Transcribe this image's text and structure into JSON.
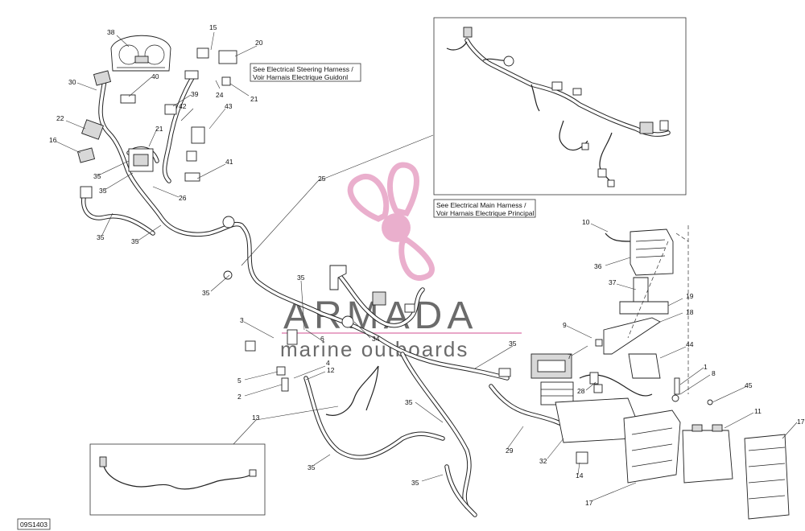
{
  "diagram": {
    "reference_code": "09S1403",
    "watermark": {
      "brand": "ARMADA",
      "tagline": "marine outboards",
      "colors": {
        "pink": "#e8a7c8",
        "text": "#6b6b6b"
      }
    },
    "notes": {
      "steering_en": "See Electrical Steering Harness /",
      "steering_fr": "Voir Harnais Electrique Guidonl",
      "main_en": "See Electrical Main Harness /",
      "main_fr": "Voir Harnais Electrique Principal"
    },
    "callouts": {
      "c38": "38",
      "c15": "15",
      "c20": "20",
      "c40": "40",
      "c30": "30",
      "c24": "24",
      "c21a": "21",
      "c39": "39",
      "c42": "42",
      "c43": "43",
      "c22": "22",
      "c21b": "21",
      "c16": "16",
      "c35a": "35",
      "c35b": "35",
      "c41": "41",
      "c26": "26",
      "c25": "25",
      "c35c": "35",
      "c35d": "35",
      "c35e": "35",
      "c10": "10",
      "c36": "36",
      "c37": "37",
      "c19": "19",
      "c18": "18",
      "c35f": "35",
      "c3": "3",
      "c34": "34",
      "c6": "6",
      "c9": "9",
      "c35g": "35",
      "c7": "7",
      "c44": "44",
      "c4": "4",
      "c5": "5",
      "c12": "12",
      "c2": "2",
      "c1": "1",
      "c8": "8",
      "c45": "45",
      "c28": "28",
      "c11": "11",
      "c13": "13",
      "c35h": "35",
      "c17a": "17",
      "c29": "29",
      "c35i": "35",
      "c32": "32",
      "c14": "14",
      "c35j": "35",
      "c17b": "17"
    }
  }
}
